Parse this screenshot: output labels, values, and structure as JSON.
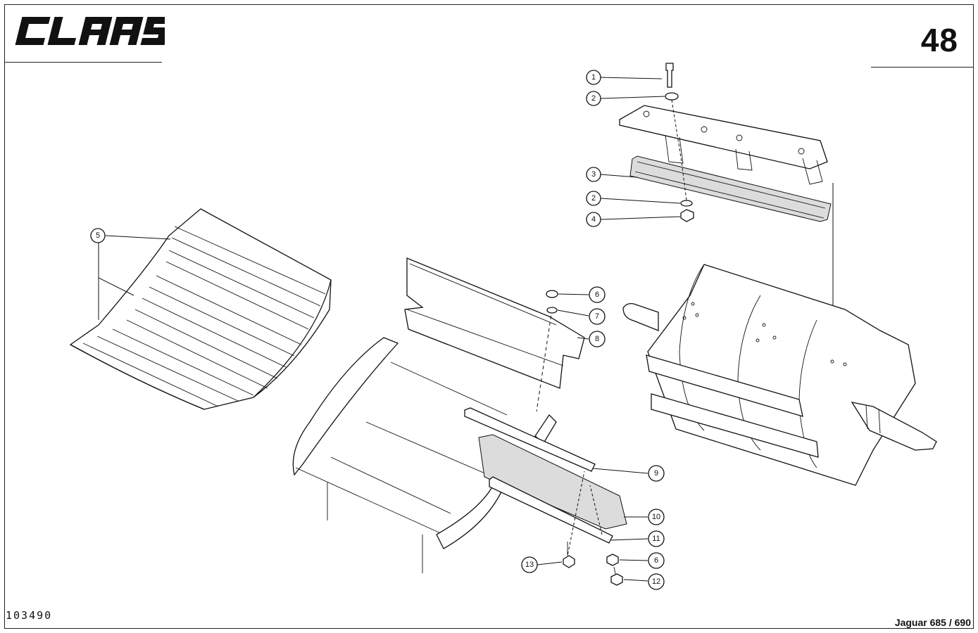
{
  "header": {
    "brand": "CLAAS",
    "page_number": "48"
  },
  "footer": {
    "reference_number": "103490",
    "model": "Jaguar 685 / 690"
  },
  "callouts": [
    {
      "number": "1"
    },
    {
      "number": "2"
    },
    {
      "number": "3"
    },
    {
      "number": "2"
    },
    {
      "number": "4"
    },
    {
      "number": "5"
    },
    {
      "number": "6"
    },
    {
      "number": "7"
    },
    {
      "number": "8"
    },
    {
      "number": "9"
    },
    {
      "number": "10"
    },
    {
      "number": "11"
    },
    {
      "number": "6"
    },
    {
      "number": "12"
    },
    {
      "number": "13"
    }
  ]
}
